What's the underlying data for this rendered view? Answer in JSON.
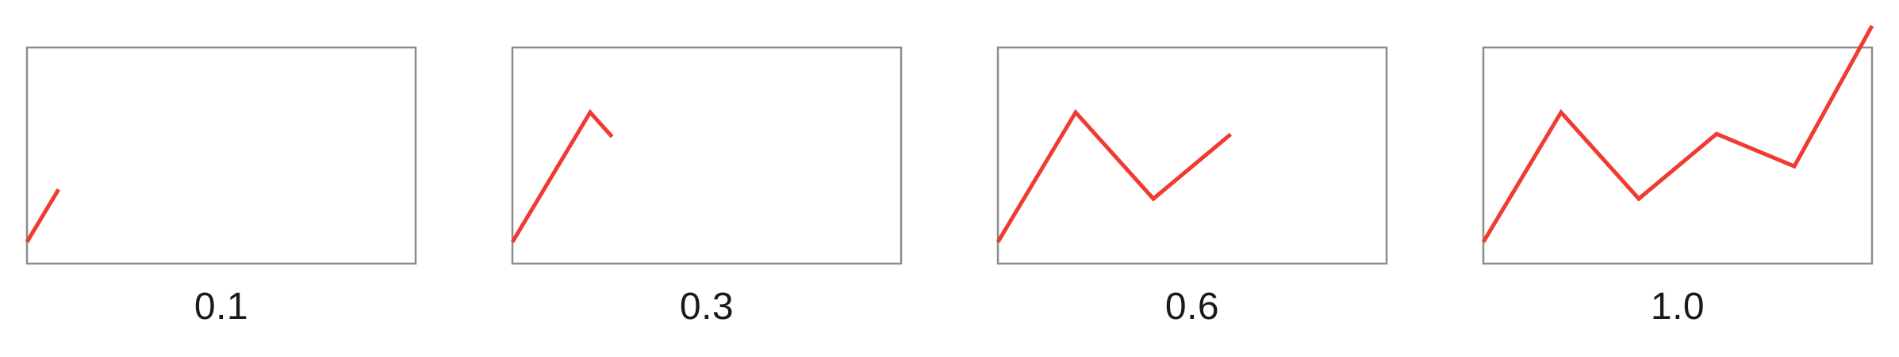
{
  "chart_data": {
    "type": "line",
    "x": [
      0,
      1,
      2,
      3,
      4,
      5
    ],
    "y": [
      0,
      3,
      1,
      2.5,
      1.75,
      5
    ],
    "xlim": [
      0,
      5
    ],
    "ylim": [
      -0.5,
      4.5
    ],
    "line_color": "#f03a32",
    "frame_color": "#8c8c8c",
    "panels": [
      {
        "label": "0.1",
        "progress": 0.1
      },
      {
        "label": "0.3",
        "progress": 0.3
      },
      {
        "label": "0.6",
        "progress": 0.6
      },
      {
        "label": "1.0",
        "progress": 1.0
      }
    ]
  }
}
